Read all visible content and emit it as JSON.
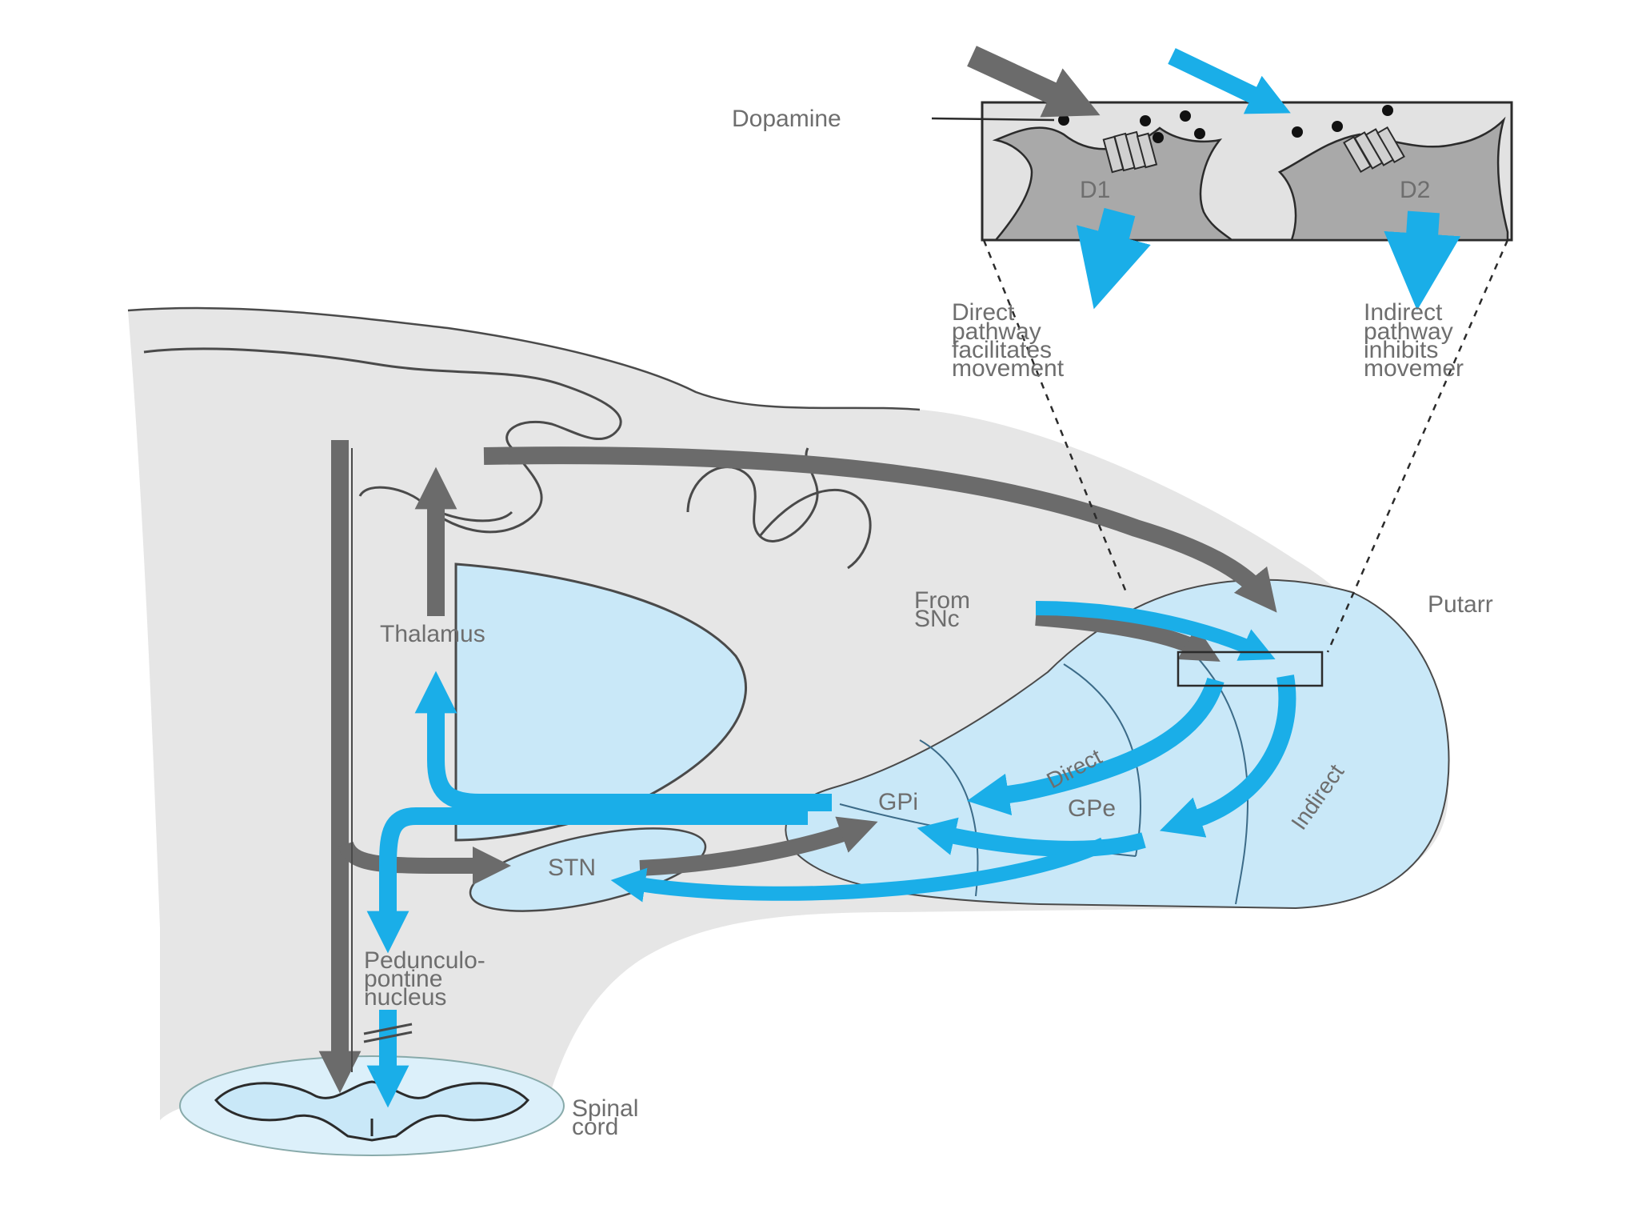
{
  "labels": {
    "dopamine": "Dopamine",
    "d1": "D1",
    "d2": "D2",
    "direct_note": [
      "Direct",
      "pathway",
      "facilitates",
      "movement"
    ],
    "indirect_note": [
      "Indirect",
      "pathway",
      "inhibits",
      "movemer"
    ],
    "putamen": "Putarr",
    "from_snc": [
      "From",
      "SNc"
    ],
    "thalamus": "Thalamus",
    "direct": "Direct",
    "indirect": "Indirect",
    "gpi": "GPi",
    "gpe": "GPe",
    "stn": "STN",
    "ppn": [
      "Pedunculo-",
      "pontine",
      "nucleus"
    ],
    "spinal": [
      "Spinal",
      "cord"
    ]
  },
  "colors": {
    "excitatory": "#6b6b6b",
    "inhibitory": "#1aaee8",
    "tissue": "#e6e6e6",
    "nucleus_fill": "#c9e8f8",
    "cell_fill": "#a9a9a9",
    "outline": "#4a4a4a"
  }
}
